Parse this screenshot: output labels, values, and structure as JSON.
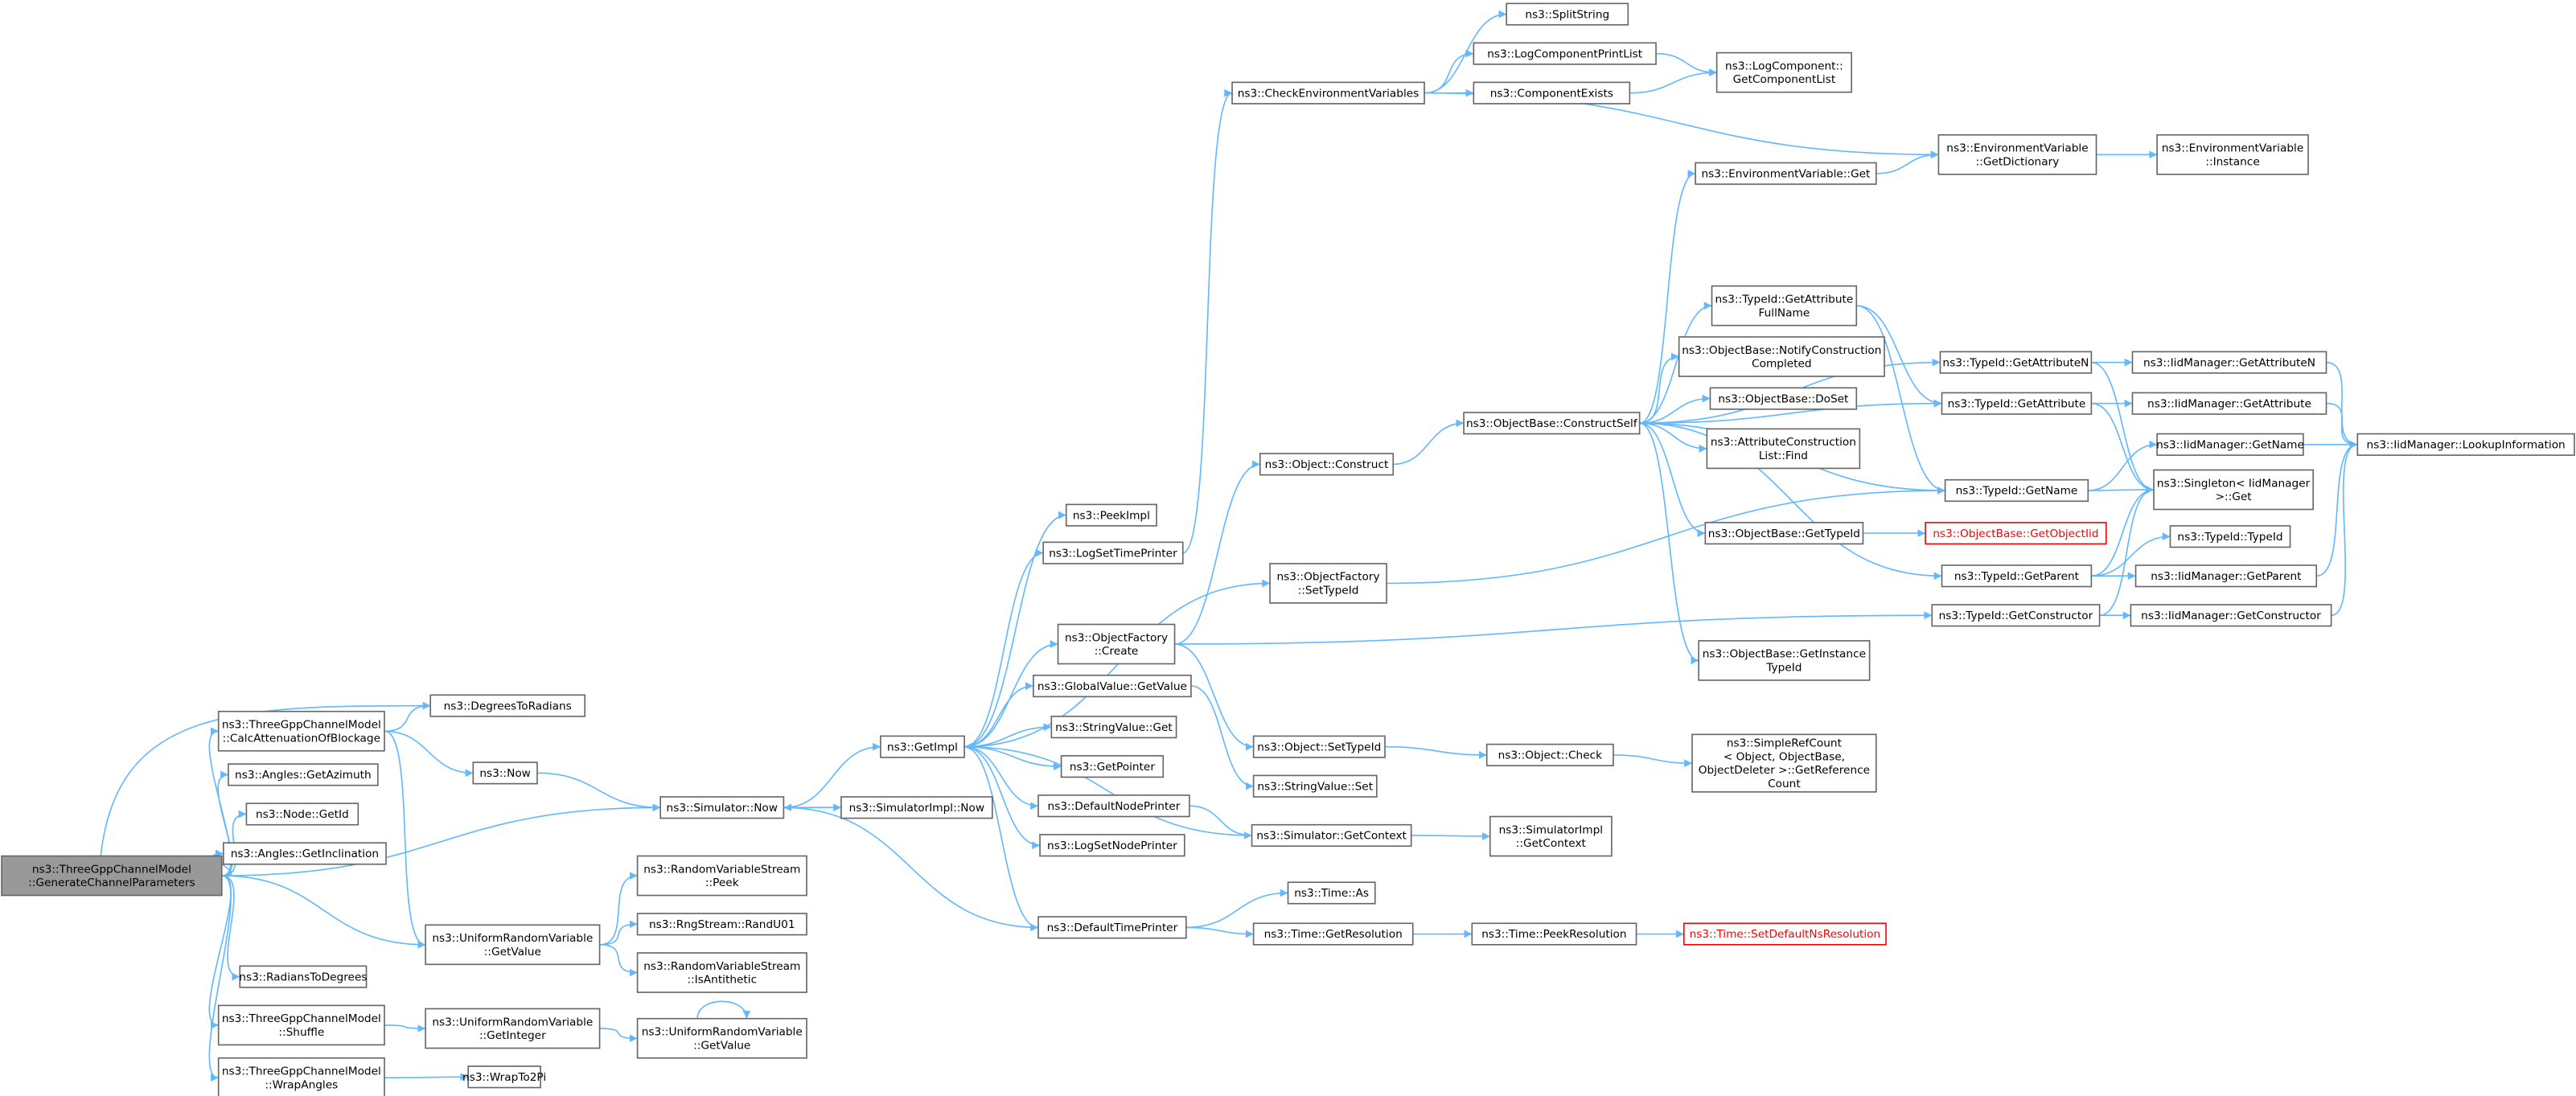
{
  "nodes": [
    {
      "id": "root",
      "lines": [
        "ns3::ThreeGppChannelModel",
        "::GenerateChannelParameters"
      ],
      "style": "root",
      "interactable": true
    },
    {
      "id": "calcatt",
      "lines": [
        "ns3::ThreeGppChannelModel",
        "::CalcAttenuationOfBlockage"
      ]
    },
    {
      "id": "deg2rad",
      "lines": [
        "ns3::DegreesToRadians"
      ]
    },
    {
      "id": "getaz",
      "lines": [
        "ns3::Angles::GetAzimuth"
      ]
    },
    {
      "id": "nodegetid",
      "lines": [
        "ns3::Node::GetId"
      ]
    },
    {
      "id": "getincl",
      "lines": [
        "ns3::Angles::GetInclination"
      ]
    },
    {
      "id": "radtodeg",
      "lines": [
        "ns3::RadiansToDegrees"
      ]
    },
    {
      "id": "shuffle",
      "lines": [
        "ns3::ThreeGppChannelModel",
        "::Shuffle"
      ]
    },
    {
      "id": "wrapangles",
      "lines": [
        "ns3::ThreeGppChannelModel",
        "::WrapAngles"
      ]
    },
    {
      "id": "now",
      "lines": [
        "ns3::Now"
      ]
    },
    {
      "id": "simnow",
      "lines": [
        "ns3::Simulator::Now"
      ]
    },
    {
      "id": "urvgetvalue",
      "lines": [
        "ns3::UniformRandomVariable",
        "::GetValue"
      ]
    },
    {
      "id": "rvspeek",
      "lines": [
        "ns3::RandomVariableStream",
        "::Peek"
      ]
    },
    {
      "id": "randu01",
      "lines": [
        "ns3::RngStream::RandU01"
      ]
    },
    {
      "id": "isanti",
      "lines": [
        "ns3::RandomVariableStream",
        "::IsAntithetic"
      ]
    },
    {
      "id": "urvgetint",
      "lines": [
        "ns3::UniformRandomVariable",
        "::GetInteger"
      ]
    },
    {
      "id": "urvgetvalue2",
      "lines": [
        "ns3::UniformRandomVariable",
        "::GetValue"
      ]
    },
    {
      "id": "wraptopi",
      "lines": [
        "ns3::WrapTo2Pi"
      ]
    },
    {
      "id": "simimplnow",
      "lines": [
        "ns3::SimulatorImpl::Now"
      ]
    },
    {
      "id": "getimpl",
      "lines": [
        "ns3::GetImpl"
      ]
    },
    {
      "id": "peekimpl",
      "lines": [
        "ns3::PeekImpl"
      ]
    },
    {
      "id": "logsettime",
      "lines": [
        "ns3::LogSetTimePrinter"
      ]
    },
    {
      "id": "ofcreate",
      "lines": [
        "ns3::ObjectFactory",
        "::Create"
      ]
    },
    {
      "id": "gvgetvalue",
      "lines": [
        "ns3::GlobalValue::GetValue"
      ]
    },
    {
      "id": "svget",
      "lines": [
        "ns3::StringValue::Get"
      ]
    },
    {
      "id": "getpointer",
      "lines": [
        "ns3::GetPointer"
      ]
    },
    {
      "id": "defnodeprinter",
      "lines": [
        "ns3::DefaultNodePrinter"
      ]
    },
    {
      "id": "logsetnode",
      "lines": [
        "ns3::LogSetNodePrinter"
      ]
    },
    {
      "id": "deftimeprinter",
      "lines": [
        "ns3::DefaultTimePrinter"
      ]
    },
    {
      "id": "checkenv",
      "lines": [
        "ns3::CheckEnvironmentVariables"
      ]
    },
    {
      "id": "splitstring",
      "lines": [
        "ns3::SplitString"
      ]
    },
    {
      "id": "logcompprint",
      "lines": [
        "ns3::LogComponentPrintList"
      ]
    },
    {
      "id": "compexists",
      "lines": [
        "ns3::ComponentExists"
      ]
    },
    {
      "id": "logcompget",
      "lines": [
        "ns3::LogComponent::",
        "GetComponentList"
      ]
    },
    {
      "id": "envget",
      "lines": [
        "ns3::EnvironmentVariable::Get"
      ]
    },
    {
      "id": "envgetdict",
      "lines": [
        "ns3::EnvironmentVariable",
        "::GetDictionary"
      ]
    },
    {
      "id": "envinst",
      "lines": [
        "ns3::EnvironmentVariable",
        "::Instance"
      ]
    },
    {
      "id": "objconstruct",
      "lines": [
        "ns3::Object::Construct"
      ]
    },
    {
      "id": "ofsettypeid",
      "lines": [
        "ns3::ObjectFactory",
        "::SetTypeId"
      ]
    },
    {
      "id": "objsettypeid",
      "lines": [
        "ns3::Object::SetTypeId"
      ]
    },
    {
      "id": "svset",
      "lines": [
        "ns3::StringValue::Set"
      ]
    },
    {
      "id": "simgetctx",
      "lines": [
        "ns3::Simulator::GetContext"
      ]
    },
    {
      "id": "timeas",
      "lines": [
        "ns3::Time::As"
      ]
    },
    {
      "id": "timegetres",
      "lines": [
        "ns3::Time::GetResolution"
      ]
    },
    {
      "id": "obconstructself",
      "lines": [
        "ns3::ObjectBase::ConstructSelf"
      ]
    },
    {
      "id": "objcheck",
      "lines": [
        "ns3::Object::Check"
      ]
    },
    {
      "id": "simimplgetctx",
      "lines": [
        "ns3::SimulatorImpl",
        "::GetContext"
      ]
    },
    {
      "id": "timepeekres",
      "lines": [
        "ns3::Time::PeekResolution"
      ]
    },
    {
      "id": "timesetdefault",
      "lines": [
        "ns3::Time::SetDefaultNsResolution"
      ],
      "style": "red"
    },
    {
      "id": "tidattrfull",
      "lines": [
        "ns3::TypeId::GetAttribute",
        "FullName"
      ]
    },
    {
      "id": "obnotify",
      "lines": [
        "ns3::ObjectBase::NotifyConstruction",
        "Completed"
      ]
    },
    {
      "id": "obdoset",
      "lines": [
        "ns3::ObjectBase::DoSet"
      ]
    },
    {
      "id": "attrconstr",
      "lines": [
        "ns3::AttributeConstruction",
        "List::Find"
      ]
    },
    {
      "id": "obgettypeid",
      "lines": [
        "ns3::ObjectBase::GetTypeId"
      ]
    },
    {
      "id": "obgetinst",
      "lines": [
        "ns3::ObjectBase::GetInstance",
        "TypeId"
      ]
    },
    {
      "id": "simplerefcount",
      "lines": [
        "ns3::SimpleRefCount",
        "< Object, ObjectBase,",
        "ObjectDeleter >::GetReference",
        "Count"
      ]
    },
    {
      "id": "tidgetattrn",
      "lines": [
        "ns3::TypeId::GetAttributeN"
      ]
    },
    {
      "id": "tidgetattr",
      "lines": [
        "ns3::TypeId::GetAttribute"
      ]
    },
    {
      "id": "tidgetname",
      "lines": [
        "ns3::TypeId::GetName"
      ]
    },
    {
      "id": "obgetobjtid",
      "lines": [
        "ns3::ObjectBase::GetObjectIid"
      ],
      "style": "red"
    },
    {
      "id": "tidgetparent",
      "lines": [
        "ns3::TypeId::GetParent"
      ]
    },
    {
      "id": "tidgetctor",
      "lines": [
        "ns3::TypeId::GetConstructor"
      ]
    },
    {
      "id": "iidgetattrn",
      "lines": [
        "ns3::IidManager::GetAttributeN"
      ]
    },
    {
      "id": "iidgetattr",
      "lines": [
        "ns3::IidManager::GetAttribute"
      ]
    },
    {
      "id": "iidgetname",
      "lines": [
        "ns3::IidManager::GetName"
      ]
    },
    {
      "id": "singleton",
      "lines": [
        "ns3::Singleton< IidManager",
        ">::Get"
      ]
    },
    {
      "id": "tidtypeid",
      "lines": [
        "ns3::TypeId::TypeId"
      ]
    },
    {
      "id": "iidgetparent",
      "lines": [
        "ns3::IidManager::GetParent"
      ]
    },
    {
      "id": "iidgetctor",
      "lines": [
        "ns3::IidManager::GetConstructor"
      ]
    },
    {
      "id": "iidlookup",
      "lines": [
        "ns3::IidManager::LookupInformation"
      ]
    }
  ]
}
